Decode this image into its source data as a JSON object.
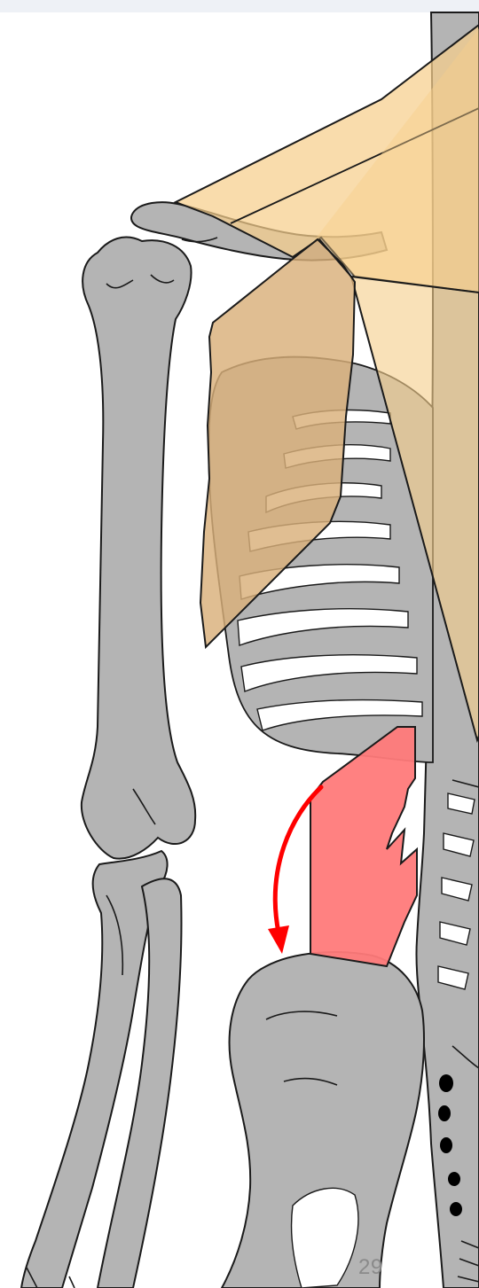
{
  "page": {
    "number": "29"
  },
  "colors": {
    "bone": "#b4b4b4",
    "outline": "#1a1a1a",
    "upper_muscle": "#f6cf8c",
    "highlight_muscle": "#ff7a7a",
    "arrow": "#ff0000",
    "page_number": "#8a8a8a"
  },
  "figure": {
    "subject": "posterior-skeleton-right-side",
    "overlays": [
      {
        "id": "trapezius-overlay",
        "color": "#f6cf8c"
      },
      {
        "id": "rhomboid-overlay",
        "color": "#f6cf8c"
      },
      {
        "id": "scapula-overlay",
        "color": "#d9b07a"
      },
      {
        "id": "latissimus-overlay",
        "color": "#f6cf8c"
      },
      {
        "id": "quadratus-lumborum-overlay",
        "color": "#ff7a7a"
      }
    ],
    "arrow": {
      "id": "rotation-arrow",
      "color": "#ff0000"
    }
  }
}
